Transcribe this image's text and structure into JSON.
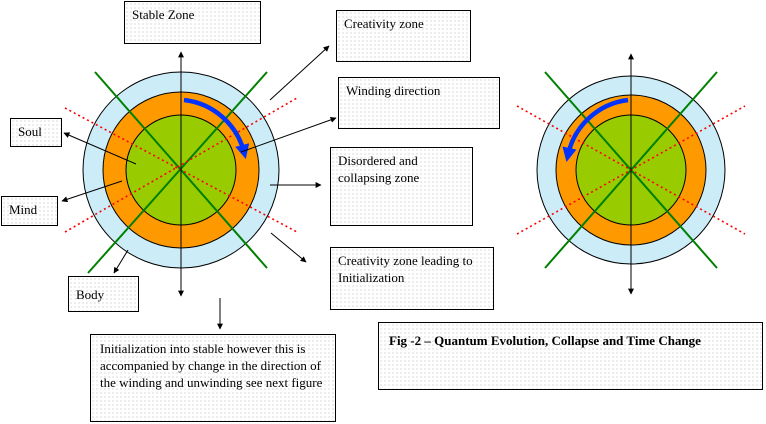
{
  "labels": {
    "stable_zone": "Stable Zone",
    "creativity_zone": "Creativity zone",
    "winding_direction": "Winding direction",
    "disordered_zone": "Disordered and collapsing zone",
    "creativity_init": "Creativity zone leading to Initialization",
    "soul": "Soul",
    "mind": "Mind",
    "body": "Body",
    "initialization_note": "Initialization into stable however this is accompanied by change in the direction of the winding and unwinding see next figure"
  },
  "caption": "Fig -2 – Quantum Evolution, Collapse and Time Change",
  "colors": {
    "outer_ring": "#ccecf7",
    "middle_ring": "#ff9900",
    "inner_core": "#99cc00",
    "winding_arrow": "#0033ff",
    "solid_axes": "#008000",
    "dotted_axes": "#ff0000"
  },
  "figures": [
    {
      "id": "left",
      "winding": "clockwise"
    },
    {
      "id": "right",
      "winding": "counterclockwise"
    }
  ]
}
